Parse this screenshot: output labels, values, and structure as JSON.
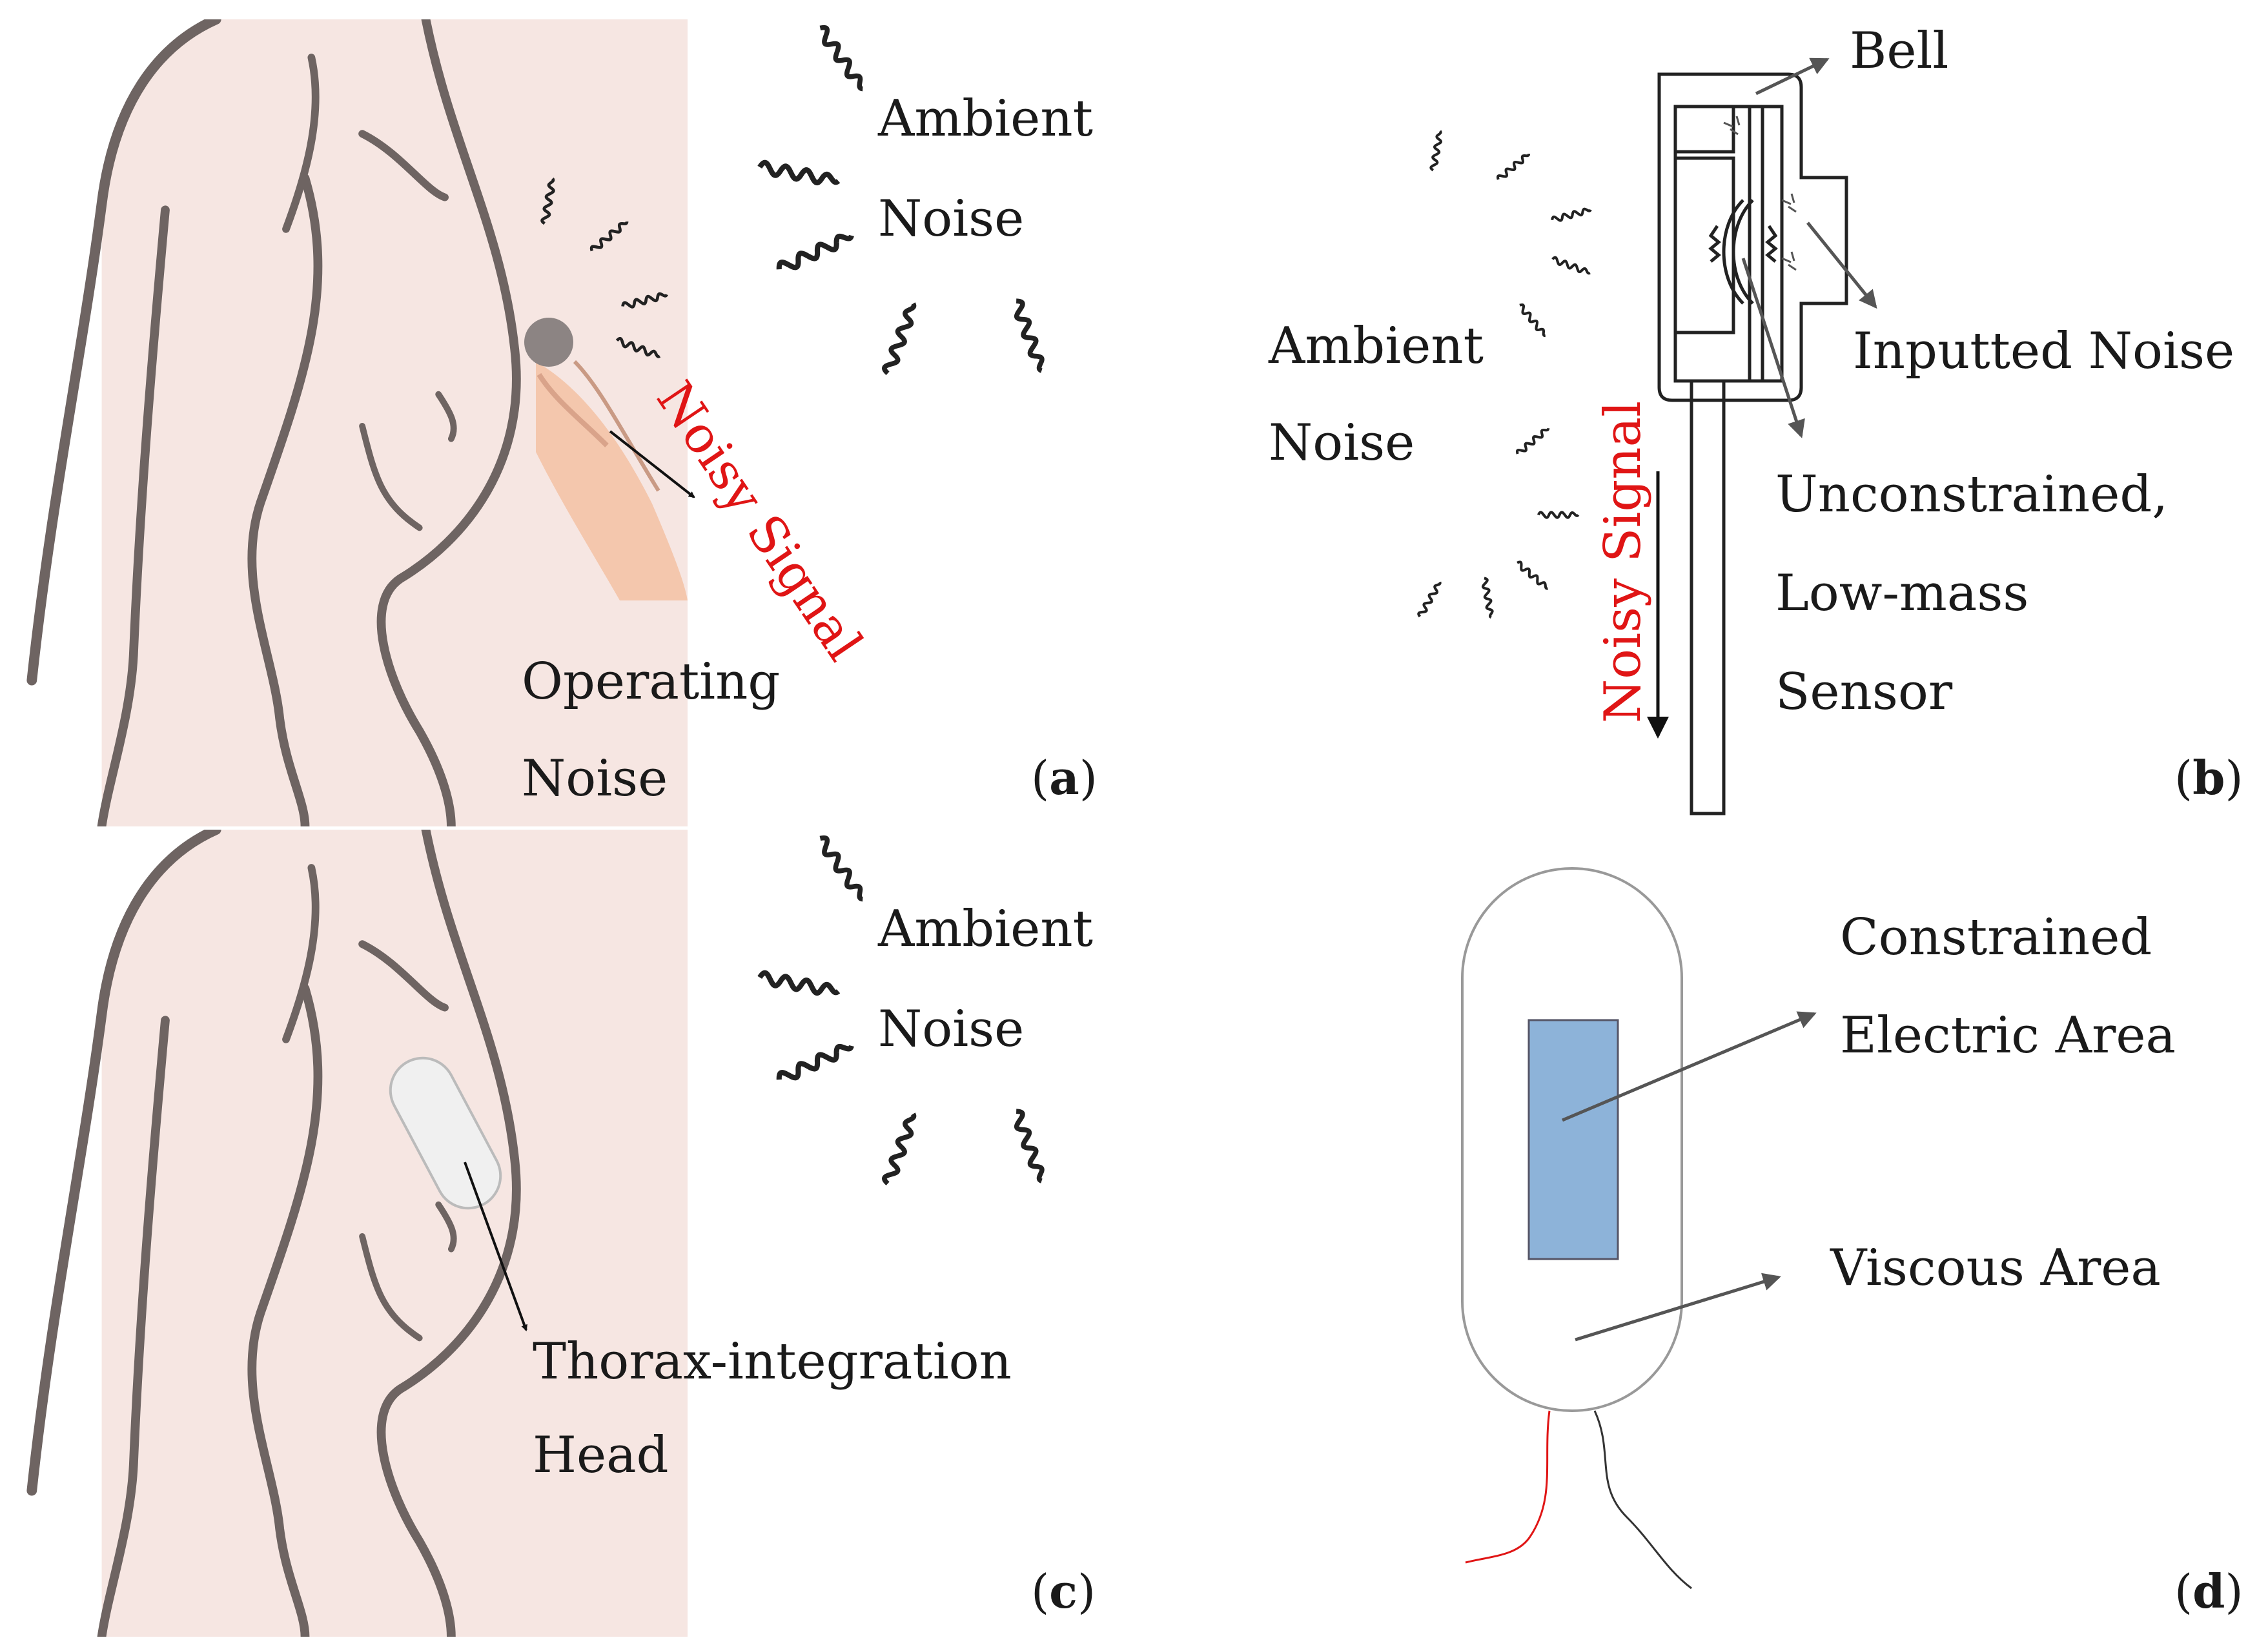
{
  "panel_a": {
    "ambient_1": "Ambient",
    "ambient_2": "Noise",
    "noisy_signal": "Noisy Signal",
    "operating_1": "Operating",
    "operating_2": "Noise",
    "letter_open": "(",
    "letter": "a",
    "letter_close": ")"
  },
  "panel_b": {
    "bell": "Bell",
    "ambient_1": "Ambient",
    "ambient_2": "Noise",
    "inputted_noise": "Inputted Noise",
    "sensor_1": "Unconstrained,",
    "sensor_2": "Low-mass",
    "sensor_3": "Sensor",
    "noisy_signal": "Noisy Signal",
    "letter_open": "(",
    "letter": "b",
    "letter_close": ")"
  },
  "panel_c": {
    "ambient_1": "Ambient",
    "ambient_2": "Noise",
    "head_1": "Thorax-integration",
    "head_2": "Head",
    "letter_open": "(",
    "letter": "c",
    "letter_close": ")"
  },
  "panel_d": {
    "constrained_1": "Constrained",
    "constrained_2": "Electric Area",
    "viscous": "Viscous Area",
    "letter_open": "(",
    "letter": "d",
    "letter_close": ")"
  },
  "colors": {
    "skin": "#f6e6e2",
    "outline": "#6e6462",
    "signal_red": "#e01515",
    "electric_area": "#8db3d9"
  }
}
